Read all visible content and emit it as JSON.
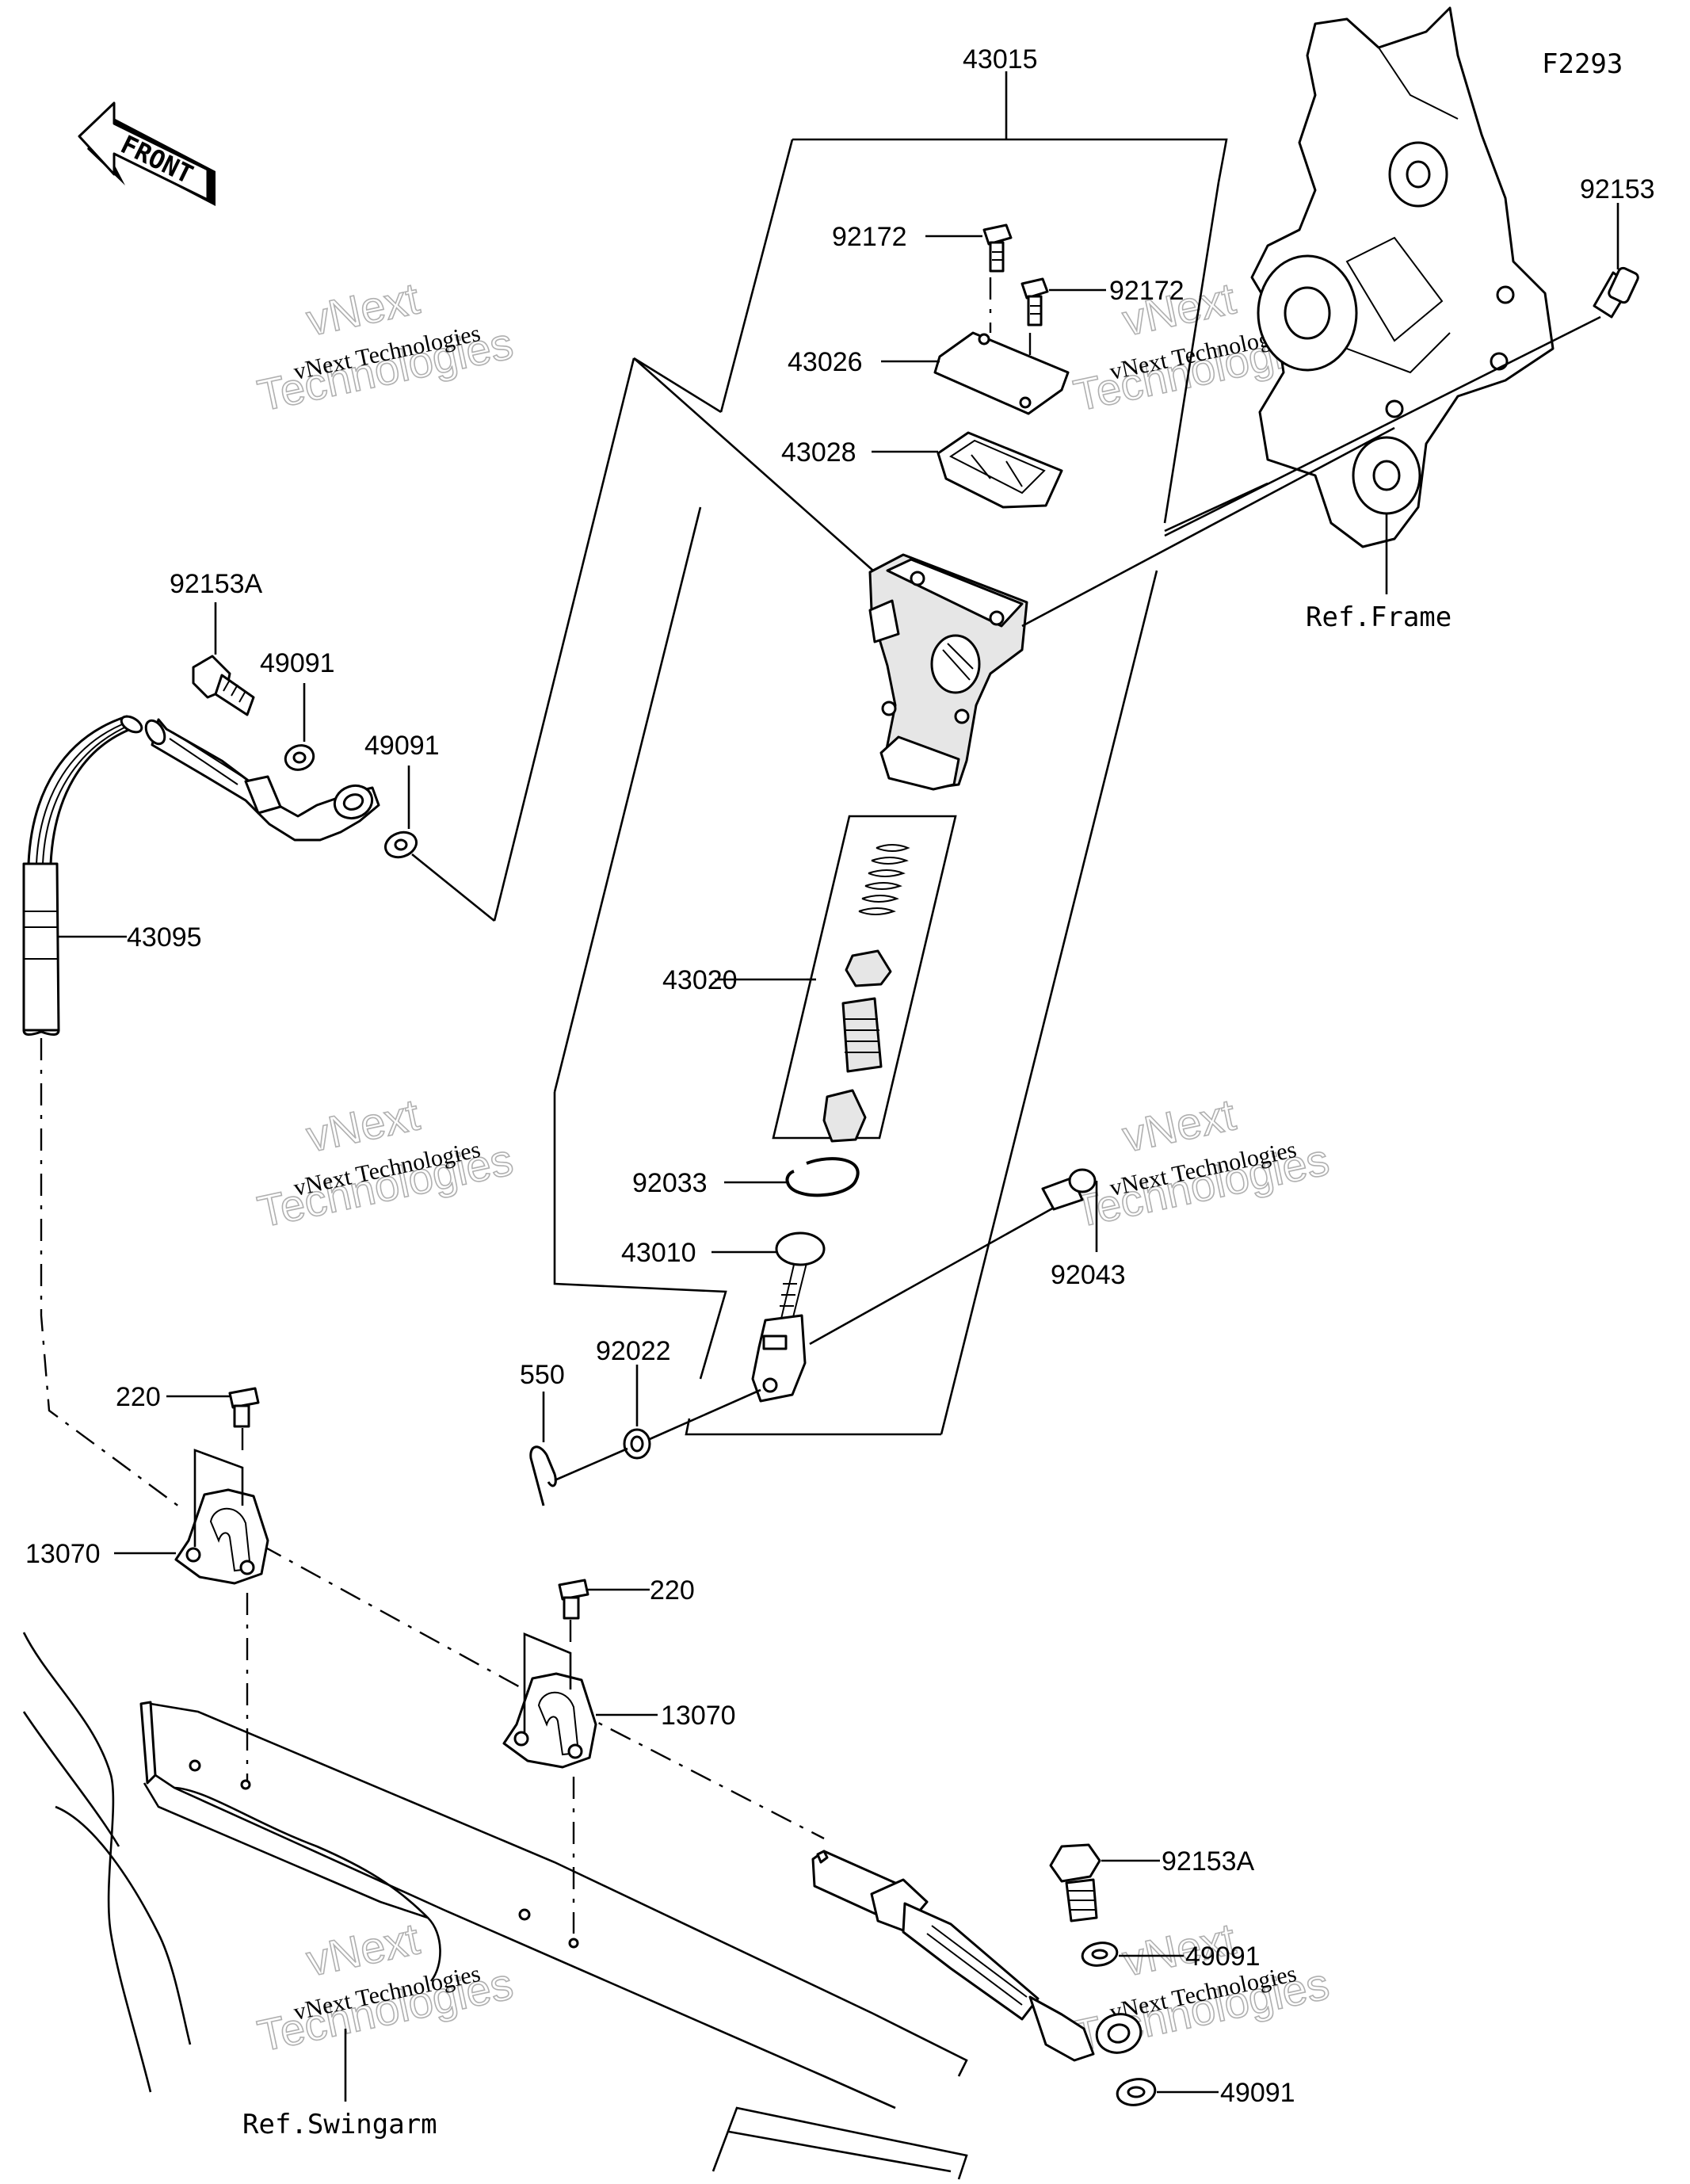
{
  "diagram_code": "F2293",
  "front_arrow": {
    "text": "FRONT",
    "icon": "front-direction-arrow-icon"
  },
  "references": {
    "frame": "Ref.Frame",
    "swingarm": "Ref.Swingarm"
  },
  "watermark": {
    "line1": "vNext Technologies",
    "line2": "vNext",
    "line3": "Technologies"
  },
  "callouts": {
    "p43015": "43015",
    "p92172_a": "92172",
    "p92172_b": "92172",
    "p43026": "43026",
    "p43028": "43028",
    "p92153": "92153",
    "p92153a_top": "92153A",
    "p49091_a": "49091",
    "p49091_b": "49091",
    "p43095": "43095",
    "p43020": "43020",
    "p92033": "92033",
    "p43010": "43010",
    "p92043": "92043",
    "p550": "550",
    "p92022": "92022",
    "p220_a": "220",
    "p13070_a": "13070",
    "p220_b": "220",
    "p13070_b": "13070",
    "p92153a_bottom": "92153A",
    "p49091_c": "49091",
    "p49091_d": "49091"
  }
}
